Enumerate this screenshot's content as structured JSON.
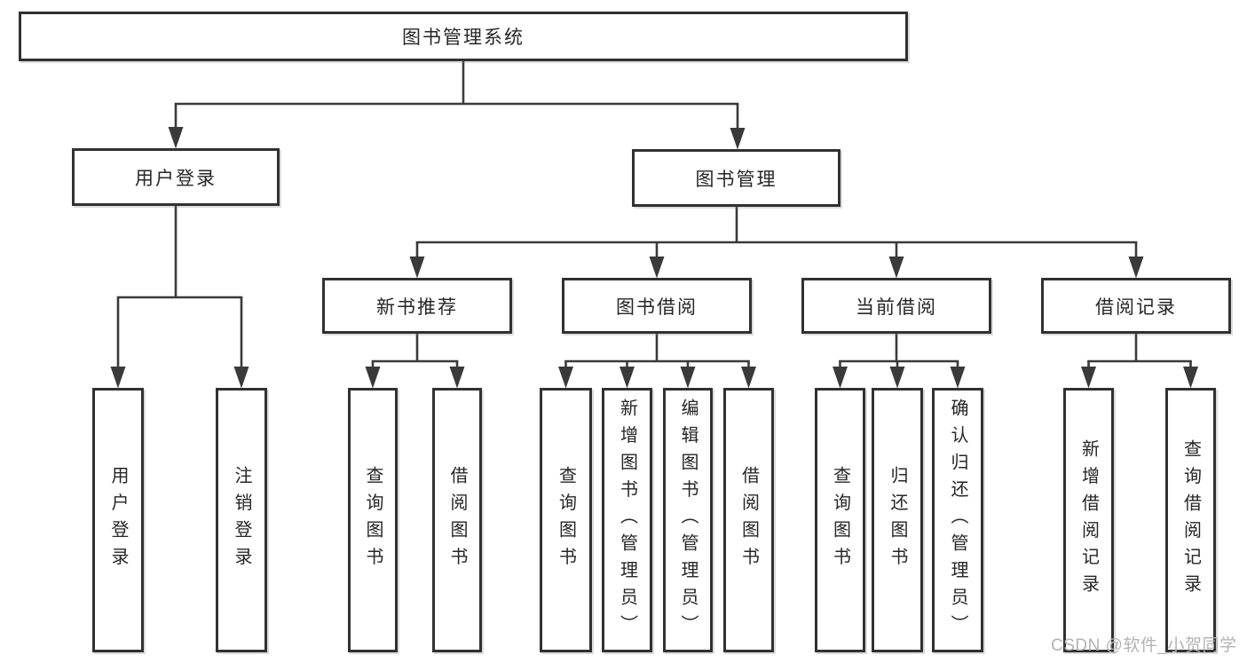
{
  "root": {
    "label": "图书管理系统"
  },
  "branches": {
    "user_login": {
      "label": "用户登录",
      "children": [
        "用户登录",
        "注销登录"
      ]
    },
    "book_mgmt": {
      "label": "图书管理",
      "sections": [
        {
          "label": "新书推荐",
          "children": [
            "查询图书",
            "借阅图书"
          ]
        },
        {
          "label": "图书借阅",
          "children": [
            "查询图书",
            "新增图书（管理员）",
            "编辑图书（管理员）",
            "借阅图书"
          ]
        },
        {
          "label": "当前借阅",
          "children": [
            "查询图书",
            "归还图书",
            "确认归还（管理员）"
          ]
        },
        {
          "label": "借阅记录",
          "children": [
            "新增借阅记录",
            "查询借阅记录"
          ]
        }
      ]
    }
  },
  "watermark": {
    "text": "CSDN @软件_小贺同学"
  },
  "colors": {
    "line": "#3a3a3a",
    "box_border": "#313131",
    "text": "#262626",
    "watermark": "#b3b3b3",
    "background": "#ffffff"
  }
}
